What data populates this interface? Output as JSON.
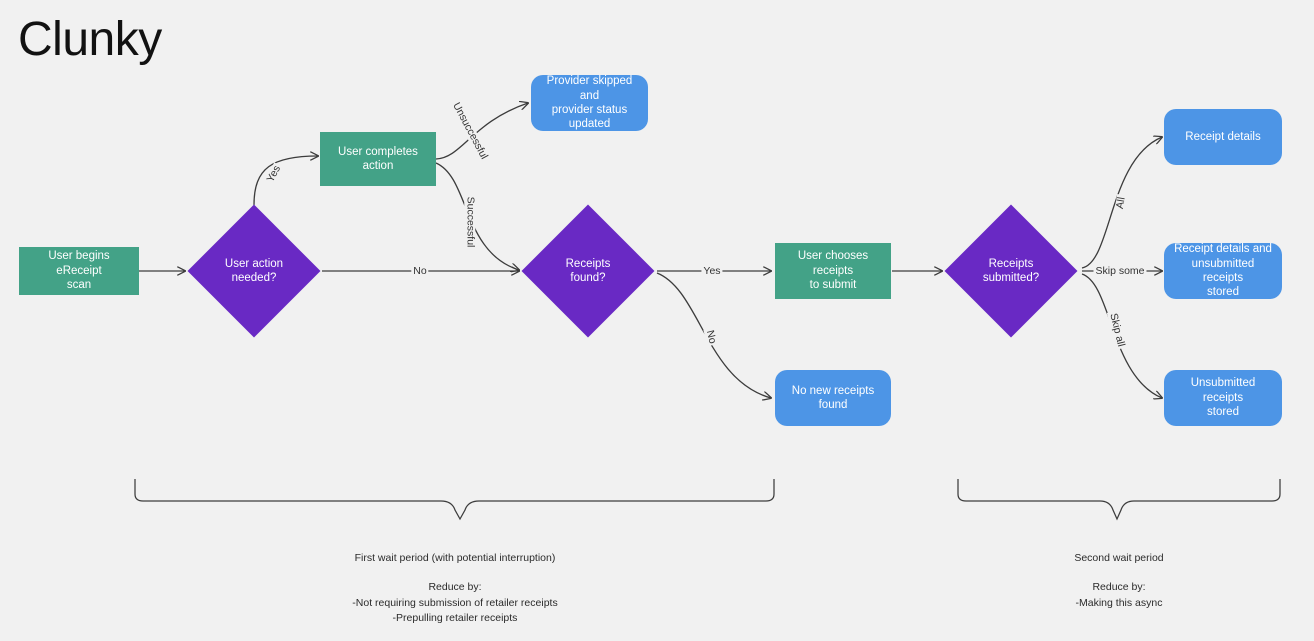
{
  "title": "Clunky",
  "colors": {
    "background": "#f1f1f1",
    "process_green": "#43a287",
    "decision_purple": "#6929c4",
    "terminator_blue": "#4d95e6",
    "edge_stroke": "#3c3c3c",
    "text_dark": "#2b2b2b",
    "node_text": "#ffffff"
  },
  "flowchart": {
    "nodes": [
      {
        "id": "start-scan",
        "type": "process",
        "label": "User begins eReceipt\nscan"
      },
      {
        "id": "user-action-needed",
        "type": "decision",
        "label": "User action\nneeded?"
      },
      {
        "id": "user-completes-action",
        "type": "process",
        "label": "User completes action"
      },
      {
        "id": "provider-skipped",
        "type": "terminator",
        "label": "Provider skipped and\nprovider status updated"
      },
      {
        "id": "receipts-found",
        "type": "decision",
        "label": "Receipts\nfound?"
      },
      {
        "id": "choose-receipts",
        "type": "process",
        "label": "User chooses receipts\nto submit"
      },
      {
        "id": "no-new-receipts",
        "type": "terminator",
        "label": "No new receipts found"
      },
      {
        "id": "receipts-submitted",
        "type": "decision",
        "label": "Receipts\nsubmitted?"
      },
      {
        "id": "receipt-details",
        "type": "terminator",
        "label": "Receipt details"
      },
      {
        "id": "details-and-unsubmitted",
        "type": "terminator",
        "label": "Receipt details and\nunsubmitted receipts\nstored"
      },
      {
        "id": "unsubmitted-stored",
        "type": "terminator",
        "label": "Unsubmitted receipts\nstored"
      }
    ],
    "edge_labels": [
      {
        "id": "yes-user-action",
        "text": "Yes"
      },
      {
        "id": "no-user-action",
        "text": "No"
      },
      {
        "id": "unsuccessful",
        "text": "Unsuccessful"
      },
      {
        "id": "successful",
        "text": "Successful"
      },
      {
        "id": "yes-receipts-found",
        "text": "Yes"
      },
      {
        "id": "no-receipts-found",
        "text": "No"
      },
      {
        "id": "all",
        "text": "All"
      },
      {
        "id": "skip-some",
        "text": "Skip some"
      },
      {
        "id": "skip-all",
        "text": "Skip all"
      }
    ]
  },
  "annotations": [
    {
      "id": "first-wait-period",
      "heading": "First wait period (with potential interruption)",
      "body": "Reduce by:\n-Not requiring submission of retailer receipts\n-Prepulling retailer receipts"
    },
    {
      "id": "second-wait-period",
      "heading": "Second wait period",
      "body": "Reduce by:\n-Making this async"
    }
  ]
}
